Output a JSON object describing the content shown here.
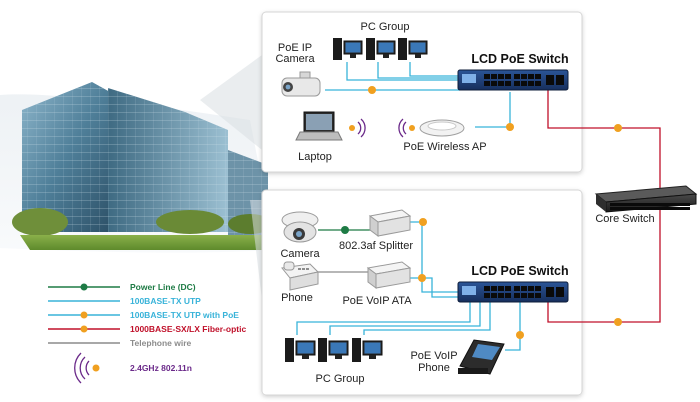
{
  "top_panel": {
    "pc_group": "PC Group",
    "poe_ip_camera": [
      "PoE IP",
      "Camera"
    ],
    "switch": "LCD PoE Switch",
    "laptop": "Laptop",
    "wireless_ap": "PoE Wireless AP"
  },
  "core": {
    "label": "Core Switch"
  },
  "bottom_panel": {
    "camera": "Camera",
    "splitter": "802.3af Splitter",
    "phone": "Phone",
    "voip_ata": "PoE VoIP ATA",
    "switch": "LCD PoE Switch",
    "pc_group": "PC Group",
    "voip_phone": [
      "PoE VoIP",
      "Phone"
    ]
  },
  "legend": [
    {
      "label": "Power Line (DC)",
      "color": "#1e7b45",
      "kind": "power"
    },
    {
      "label": "100BASE-TX UTP",
      "color": "#38b3d9",
      "kind": "utp"
    },
    {
      "label": "100BASE-TX UTP with PoE",
      "color": "#38b3d9",
      "kind": "poe"
    },
    {
      "label": "1000BASE-SX/LX Fiber-optic",
      "color": "#c0102a",
      "kind": "fiber"
    },
    {
      "label": "Telephone wire",
      "color": "#8c8c8c",
      "kind": "tel"
    },
    {
      "label": "2.4GHz 802.11n",
      "color": "#6b2a8a",
      "kind": "wireless"
    }
  ],
  "colors": {
    "power": "#1e7b45",
    "utp": "#38b3d9",
    "poe_node": "#f0a020",
    "fiber": "#c0102a",
    "tel": "#8c8c8c",
    "wireless": "#6b2a8a",
    "switch_body": "#1f3f7a"
  },
  "icons": [
    "building-image",
    "pc-icon",
    "ip-camera-icon",
    "switch-icon",
    "laptop-icon",
    "wireless-ap-icon",
    "core-switch-icon",
    "dome-camera-icon",
    "splitter-icon",
    "phone-icon",
    "voip-ata-icon",
    "voip-phone-icon",
    "wireless-signal-icon"
  ]
}
